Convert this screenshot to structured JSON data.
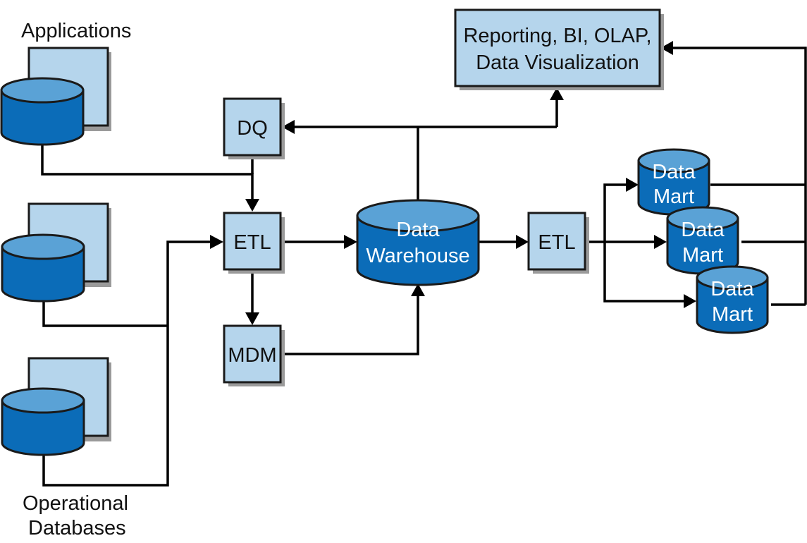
{
  "labels": {
    "applications": "Applications",
    "operational_line1": "Operational",
    "operational_line2": "Databases"
  },
  "nodes": {
    "dq": "DQ",
    "etl_main": "ETL",
    "mdm": "MDM",
    "data_warehouse_line1": "Data",
    "data_warehouse_line2": "Warehouse",
    "etl_secondary": "ETL",
    "reporting_line1": "Reporting, BI, OLAP,",
    "reporting_line2": "Data Visualization",
    "data_marts": [
      {
        "line1": "Data",
        "line2": "Mart"
      },
      {
        "line1": "Data",
        "line2": "Mart"
      },
      {
        "line1": "Data",
        "line2": "Mart"
      }
    ]
  },
  "colors": {
    "box_fill": "#b5d5ec",
    "cylinder_body": "#0b6cb8",
    "cylinder_top": "#5aa2d6",
    "line": "#000000"
  }
}
